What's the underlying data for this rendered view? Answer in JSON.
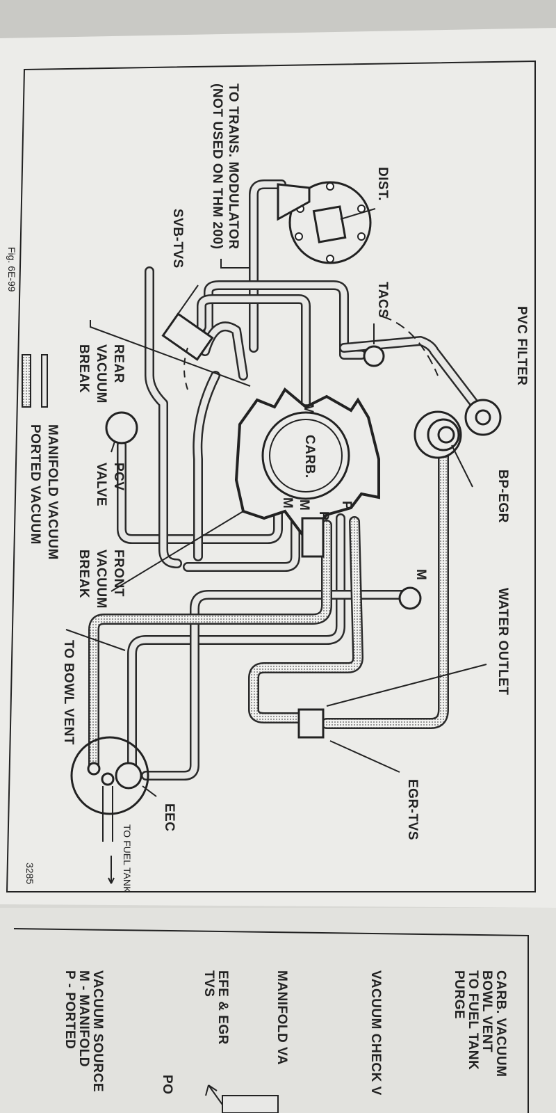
{
  "labels": {
    "pvc_filter": "PVC FILTER",
    "dist": "DIST.",
    "tacs": "TACS",
    "to_trans_1": "TO TRANS. MODULATOR",
    "to_trans_2": "(NOT USED ON THM 200)",
    "svb_tvs": "SVB-TVS",
    "carb": "CARB.",
    "bp_egr": "BP-EGR",
    "water_outlet": "WATER OUTLET",
    "egr_tvs": "EGR-TVS",
    "rear_vb_1": "REAR",
    "rear_vb_2": "VACUUM",
    "rear_vb_3": "BREAK",
    "pcv_1": "PCV",
    "pcv_2": "VALVE",
    "front_vb_1": "FRONT",
    "front_vb_2": "VACUUM",
    "front_vb_3": "BREAK",
    "bowl_vent": "TO BOWL VENT",
    "eec": "EEC",
    "fuel_tank": "TO FUEL TANK",
    "fig_no": "3285",
    "fig_caption": "Fig. 6E-99",
    "port_m": "M",
    "port_p": "P"
  },
  "legend": {
    "manifold": "MANIFOLD VACUUM",
    "ported": "PORTED VACUUM"
  },
  "next_page": {
    "l1": "CARB. VACUUM",
    "l2": "BOWL VENT",
    "l3": "TO FUEL TANK",
    "l4": "PURGE",
    "l5": "VACUUM CHECK V",
    "l6": "MANIFOLD VA",
    "l7": "EFE & EGR",
    "l8": "TVS",
    "l9": "PO",
    "l10": "VACUUM SOURCE",
    "l11": "M - MANIFOLD",
    "l12": "P - PORTED"
  },
  "colors": {
    "paper": "#ecece9",
    "ink": "#222222",
    "background": "#d8d8d4"
  }
}
